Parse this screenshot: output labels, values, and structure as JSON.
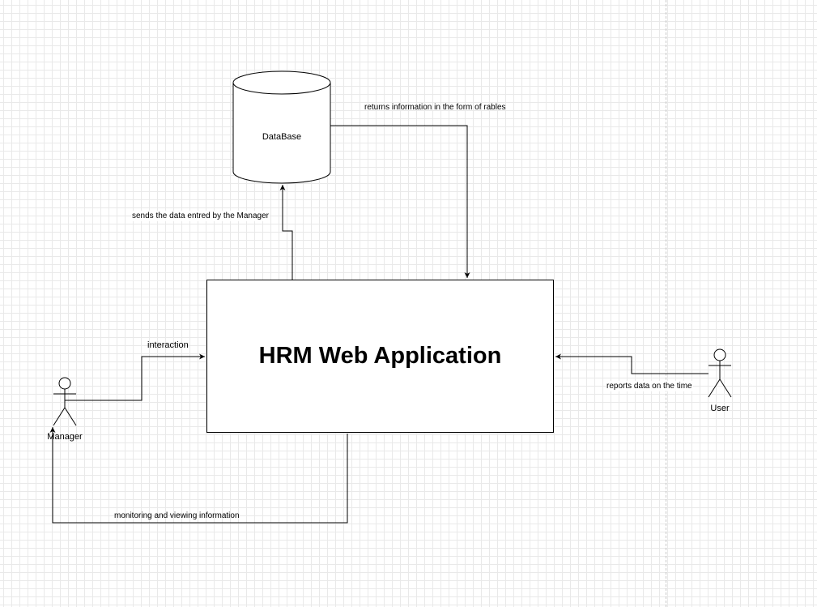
{
  "diagram": {
    "main_process": {
      "title": "HRM Web Application"
    },
    "database": {
      "label": "DataBase"
    },
    "actors": {
      "manager": {
        "label": "Manager"
      },
      "user": {
        "label": "User"
      }
    },
    "edges": {
      "manager_to_app": "interaction",
      "app_to_database": "sends the data entred by the Manager",
      "database_to_app": "returns information in the form of rables",
      "user_to_app": "reports data on the time",
      "app_to_manager": "monitoring and viewing information"
    }
  }
}
